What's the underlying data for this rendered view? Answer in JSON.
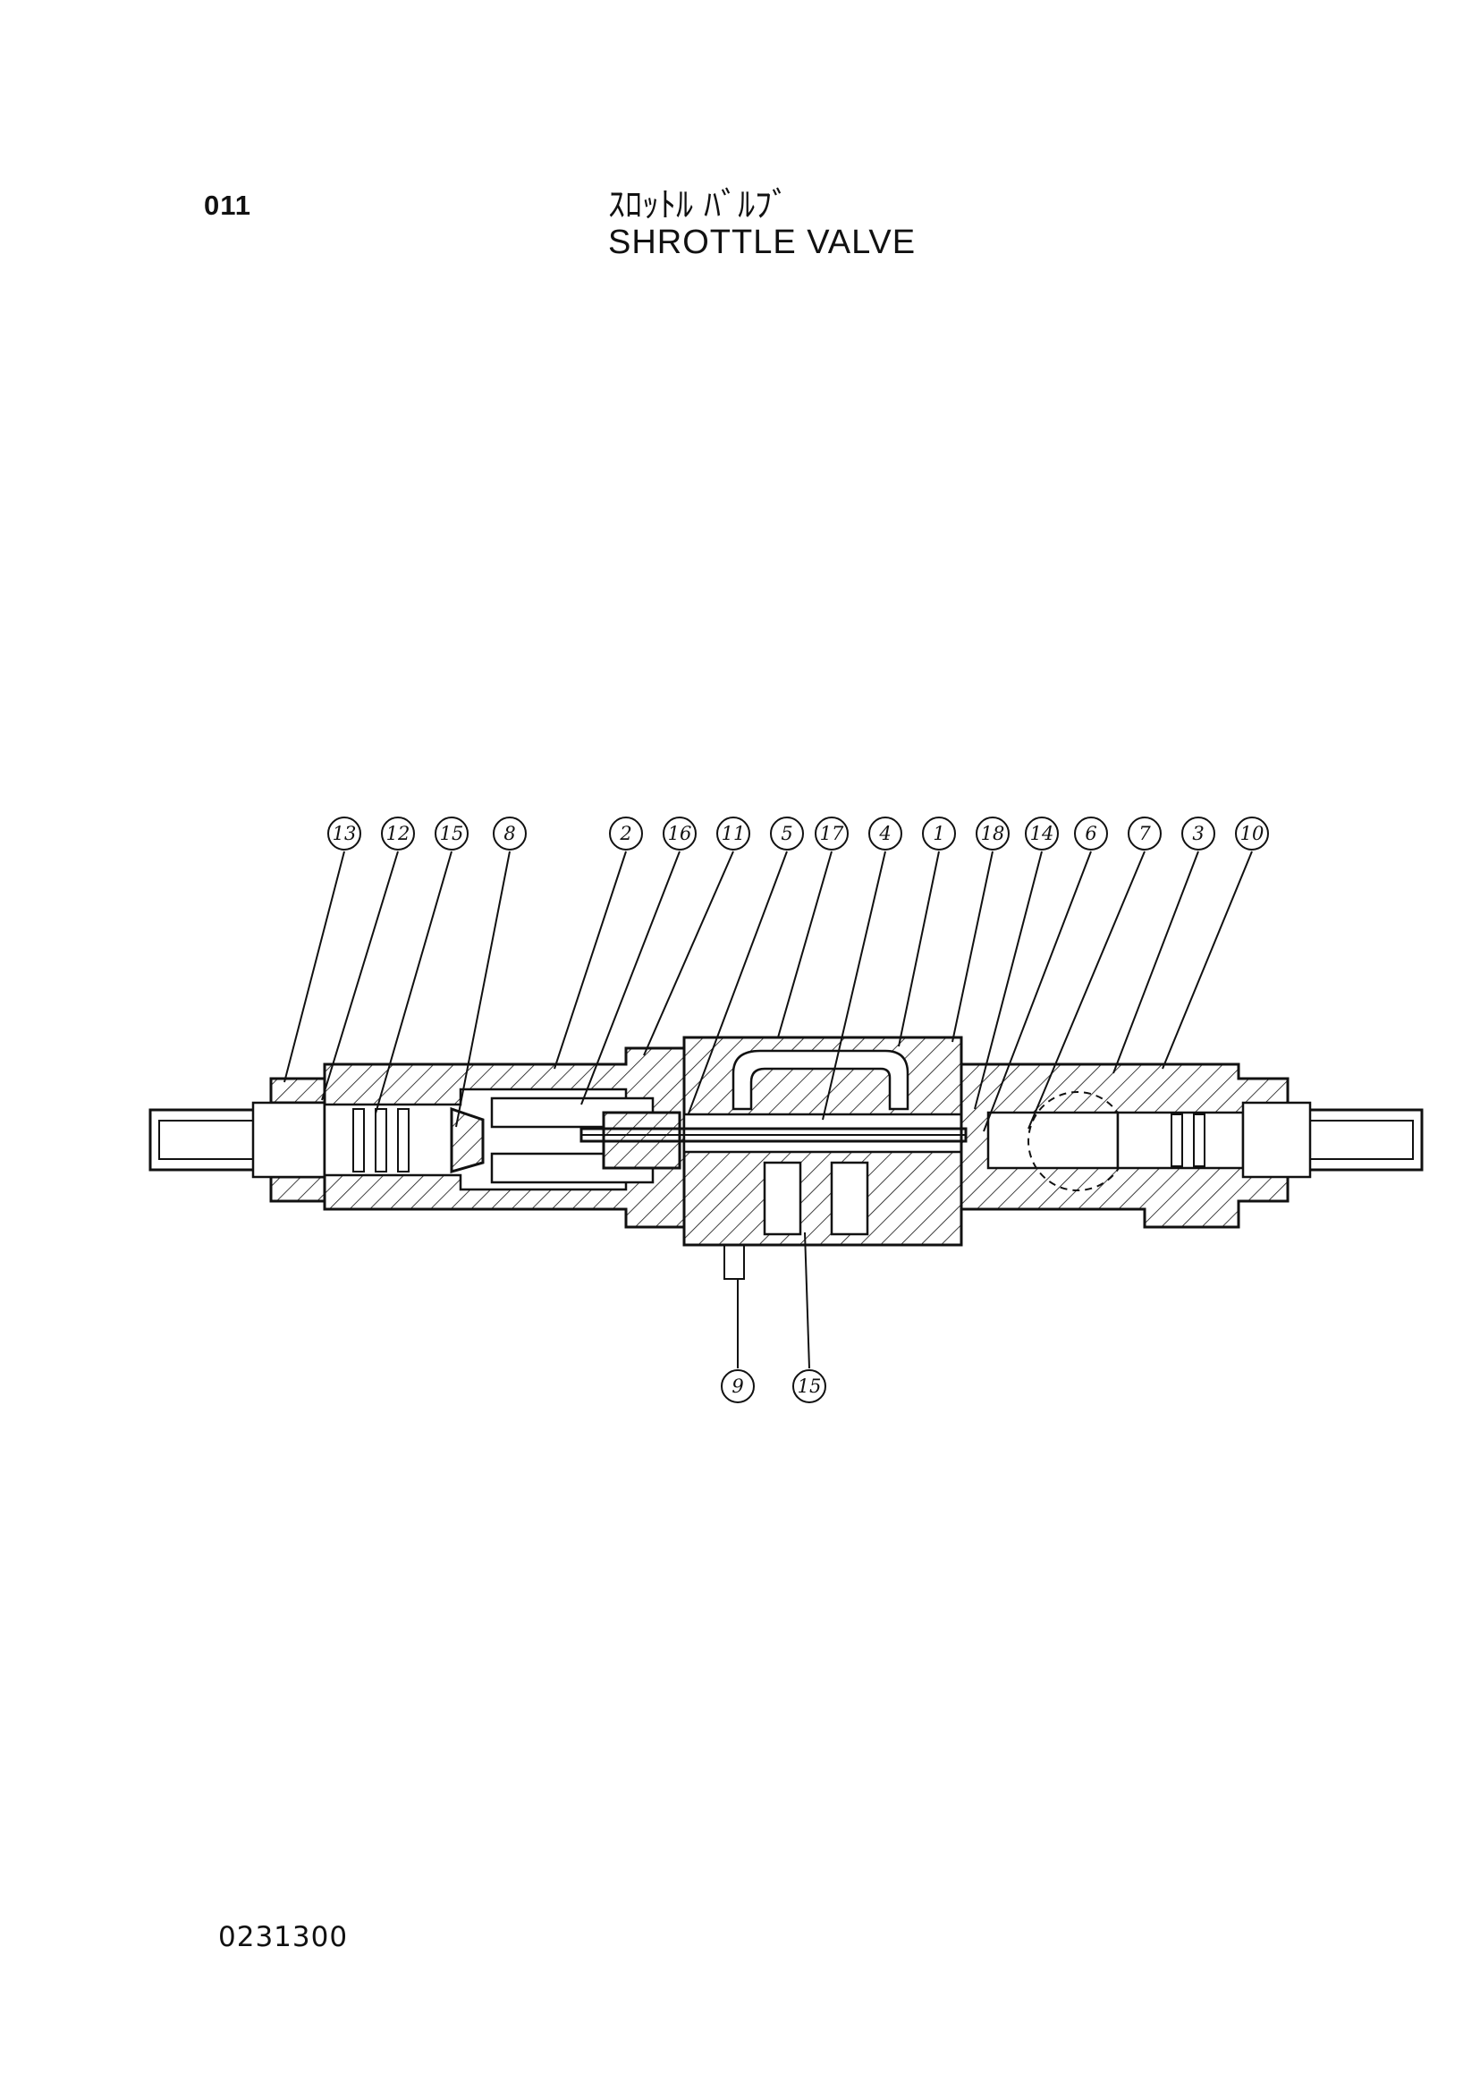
{
  "header": {
    "page_number": "011",
    "title_jp": "ｽﾛｯﾄﾙ ﾊﾞﾙﾌﾞ",
    "title_en": "SHROTTLE VALVE"
  },
  "footer": {
    "drawing_code": "0231300"
  },
  "callouts": {
    "top": [
      "13",
      "12",
      "15",
      "8",
      "2",
      "16",
      "11",
      "5",
      "17",
      "4",
      "1",
      "18",
      "14",
      "6",
      "7",
      "3",
      "10"
    ],
    "bottom": [
      "9",
      "15"
    ]
  }
}
